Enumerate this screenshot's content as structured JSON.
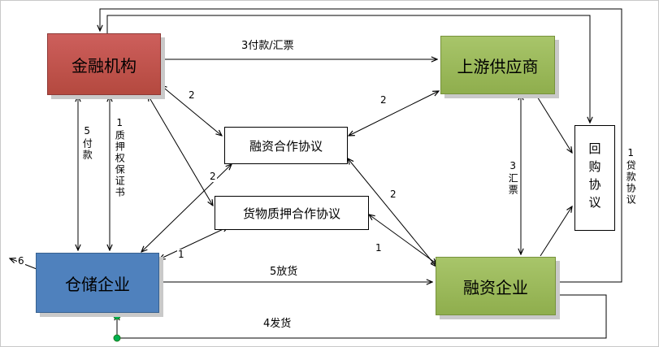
{
  "diagram": {
    "nodes": {
      "finance": "金融机构",
      "supplier": "上游供应商",
      "warehouse": "仓储企业",
      "borrower": "融资企业",
      "financing_agreement": "融资合作协议",
      "pledge_agreement": "货物质押合作协议",
      "repurchase_agreement": "回购协议"
    },
    "labels": {
      "payment_draft": "3付款/汇票",
      "payment": "5付款",
      "pledge_guarantee": "1质押权保证书",
      "release_goods": "5放货",
      "ship_goods": "4发货",
      "draft": "3汇票",
      "loan_agreement": "1贷款协议",
      "num2_finance": "2",
      "num2_supplier": "2",
      "num2_warehouse": "2",
      "num2_borrower": "2",
      "num1_warehouse": "1",
      "num1_borrower": "1",
      "num6": "6"
    },
    "colors": {
      "finance_fill": "#C0504D",
      "supplier_fill": "#9BBB59",
      "warehouse_fill": "#4F81BD",
      "borrower_fill": "#9BBB59",
      "agreement_fill": "#FFFFFF",
      "line": "#000000",
      "shadow": "#C9C9C9",
      "handle_green": "#00B050"
    }
  }
}
